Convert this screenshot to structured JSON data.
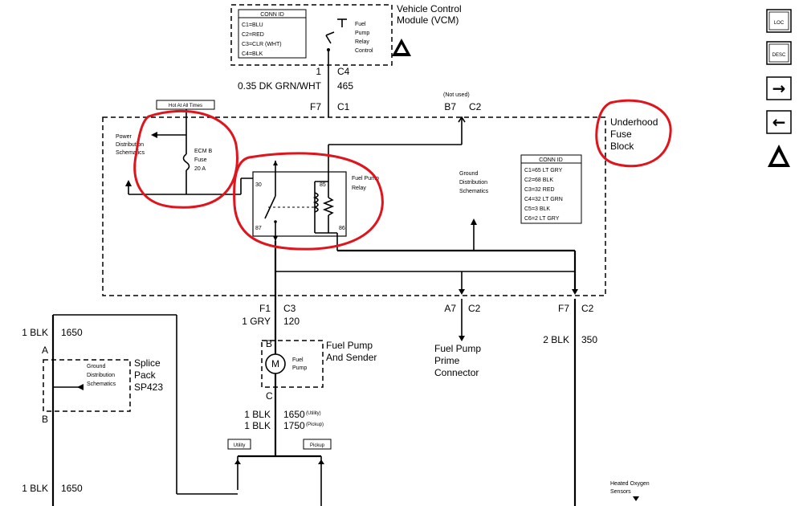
{
  "vcm": {
    "conn_title": "CONN ID",
    "conn_lines": [
      "C1=BLU",
      "C2=RED",
      "C3=CLR (WHT)",
      "C4=BLK"
    ],
    "module_name_1": "Vehicle Control",
    "module_name_2": "Module (VCM)",
    "relay_ctrl_1": "Fuel",
    "relay_ctrl_2": "Pump",
    "relay_ctrl_3": "Relay",
    "relay_ctrl_4": "Control",
    "pin": "1",
    "conn": "C4"
  },
  "wire_465": {
    "gauge_color": "0.35 DK GRN/WHT",
    "circuit": "465"
  },
  "fuse_block": {
    "pin_f7": "F7",
    "conn_c1": "C1",
    "not_used": "(Not used)",
    "pin_b7": "B7",
    "conn_c2": "C2",
    "hot_at_all_times": "Hot At All Times",
    "power_dist_1": "Power",
    "power_dist_2": "Distribution",
    "power_dist_3": "Schematics",
    "fuse_1": "ECM B",
    "fuse_2": "Fuse",
    "fuse_3": "20 A",
    "relay_name_1": "Fuel Pump",
    "relay_name_2": "Relay",
    "relay_pin_30": "30",
    "relay_pin_85": "85",
    "relay_pin_87": "87",
    "relay_pin_86": "86",
    "ground_dist_1": "Ground",
    "ground_dist_2": "Distribution",
    "ground_dist_3": "Schematics",
    "conn_title": "CONN ID",
    "conn_lines": [
      "C1=65 LT GRY",
      "C2=68 BLK",
      "C3=32 RED",
      "C4=32 LT GRN",
      "C5=3 BLK",
      "C6=2 LT GRY"
    ],
    "name_1": "Underhood",
    "name_2": "Fuse",
    "name_3": "Block"
  },
  "lower": {
    "f1": "F1",
    "c3": "C3",
    "wire_120_gauge": "1 GRY",
    "wire_120_circuit": "120",
    "a7": "A7",
    "c2_a": "C2",
    "f7": "F7",
    "c2_b": "C2",
    "wire_350_gauge": "2 BLK",
    "wire_350_circuit": "350",
    "prime_1": "Fuel Pump",
    "prime_2": "Prime",
    "prime_3": "Connector",
    "pump_1": "Fuel Pump",
    "pump_2": "And Sender",
    "motor": "M",
    "motor_label_1": "Fuel",
    "motor_label_2": "Pump",
    "pin_b": "B",
    "pin_c": "C",
    "wire_1650u_gauge": "1 BLK",
    "wire_1650u_circuit": "1650",
    "wire_1650u_note": "(Utility)",
    "wire_1750_gauge": "1 BLK",
    "wire_1750_circuit": "1750",
    "wire_1750_note": "(Pickup)",
    "utility": "Utility",
    "pickup": "Pickup",
    "heated_o2_1": "Heated Oxygen",
    "heated_o2_2": "Sensors"
  },
  "left": {
    "wire_top_gauge": "1 BLK",
    "wire_top_circuit": "1650",
    "pin_a": "A",
    "pin_b": "B",
    "ground_dist_1": "Ground",
    "ground_dist_2": "Distribution",
    "ground_dist_3": "Schematics",
    "splice_1": "Splice",
    "splice_2": "Pack",
    "splice_3": "SP423",
    "wire_bottom_gauge": "1 BLK",
    "wire_bottom_circuit": "1650"
  },
  "nav": {
    "loc": "LOC",
    "desc": "DESC",
    "next": "→",
    "prev": "←"
  }
}
